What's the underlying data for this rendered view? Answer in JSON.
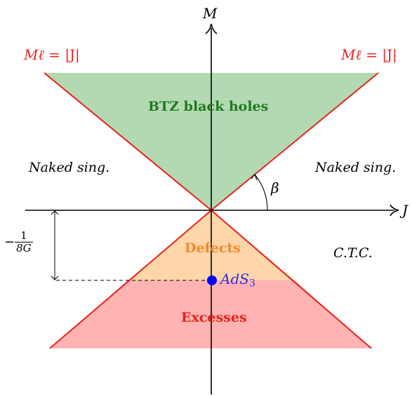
{
  "axes": {
    "x_label": "J",
    "y_label": "M"
  },
  "lines": {
    "left_label_pre": "M",
    "left_label_ell": "ℓ",
    "left_label_post": " = |J|",
    "right_label_pre": "M",
    "right_label_ell": "ℓ",
    "right_label_post": " = |J|"
  },
  "regions": {
    "btz": "BTZ black holes",
    "naked_left": "Naked sing.",
    "naked_right": "Naked sing.",
    "defects": "Defects",
    "excesses": "Excesses",
    "ctc": "C.T.C."
  },
  "angle_label": "β",
  "offset": {
    "sign": "−",
    "numerator": "1",
    "denominator": "8G"
  },
  "point": {
    "label_main": "AdS",
    "label_sub": "3"
  },
  "colors": {
    "btz_fill": "#b3d9b3",
    "defects_fill": "#ffd5aa",
    "excesses_fill": "#ffb3b3",
    "boundary_line": "#e8221c",
    "point": "#0000ff"
  }
}
